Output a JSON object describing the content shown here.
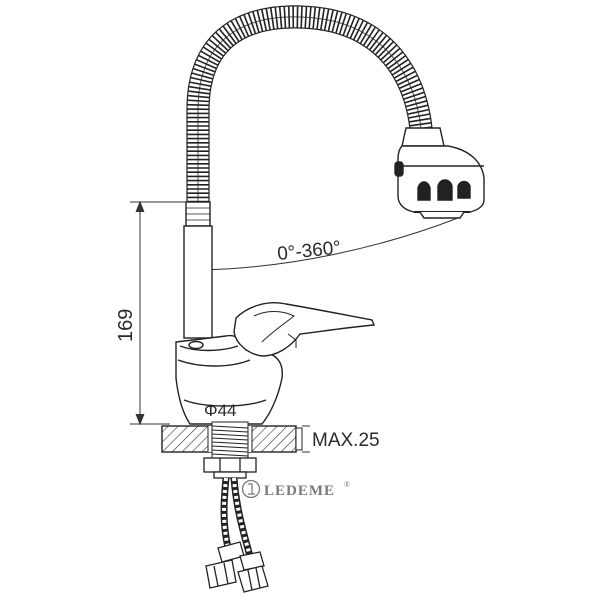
{
  "dimensions": {
    "height_label": "169",
    "rotation_label": "0°-360°",
    "base_diameter_label": "Φ44",
    "max_thickness_label": "MAX.25"
  },
  "brand": {
    "name": "LEDEME",
    "mark": "®"
  }
}
